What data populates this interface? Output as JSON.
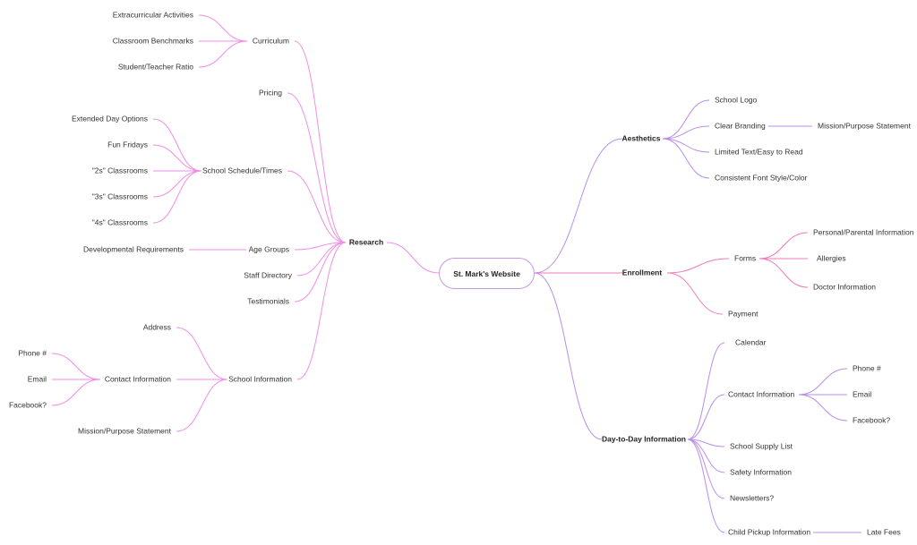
{
  "colors": {
    "left_branch": "#f08ee6",
    "right_branch": "#b98ee8",
    "enroll_branch": "#f07ab8"
  },
  "root": {
    "label": "St. Mark's Website"
  },
  "research": {
    "label": "Research",
    "curriculum": {
      "label": "Curriculum",
      "children": [
        "Extracurricular Activities",
        "Classroom Benchmarks",
        "Student/Teacher Ratio"
      ]
    },
    "pricing": "Pricing",
    "schedule": {
      "label": "School Schedule/Times",
      "children": [
        "Extended Day Options",
        "Fun Fridays",
        "\"2s\" Classrooms",
        "\"3s\" Classrooms",
        "\"4s\" Classrooms"
      ]
    },
    "age_groups": {
      "label": "Age Groups",
      "children": [
        "Developmental Requirements"
      ]
    },
    "staff_directory": "Staff Directory",
    "testimonials": "Testimonials",
    "school_info": {
      "label": "School Information",
      "address": "Address",
      "contact": {
        "label": "Contact Information",
        "children": [
          "Phone #",
          "Email",
          "Facebook?"
        ]
      },
      "mission": "Mission/Purpose Statement"
    }
  },
  "aesthetics": {
    "label": "Aesthetics",
    "children": [
      "School Logo",
      "Clear Branding",
      "Limited Text/Easy to Read",
      "Consistent Font Style/Color"
    ],
    "branding_child": "Mission/Purpose Statement"
  },
  "enrollment": {
    "label": "Enrollment",
    "forms": {
      "label": "Forms",
      "children": [
        "Personal/Parental Information",
        "Allergies",
        "Doctor Information"
      ]
    },
    "payment": "Payment"
  },
  "daytoday": {
    "label": "Day-to-Day Information",
    "calendar": "Calendar",
    "contact": {
      "label": "Contact Information",
      "children": [
        "Phone #",
        "Email",
        "Facebook?"
      ]
    },
    "items": [
      "School Supply List",
      "Safety Information",
      "Newsletters?"
    ],
    "pickup": {
      "label": "Child Pickup Information",
      "children": [
        "Late Fees"
      ]
    }
  }
}
